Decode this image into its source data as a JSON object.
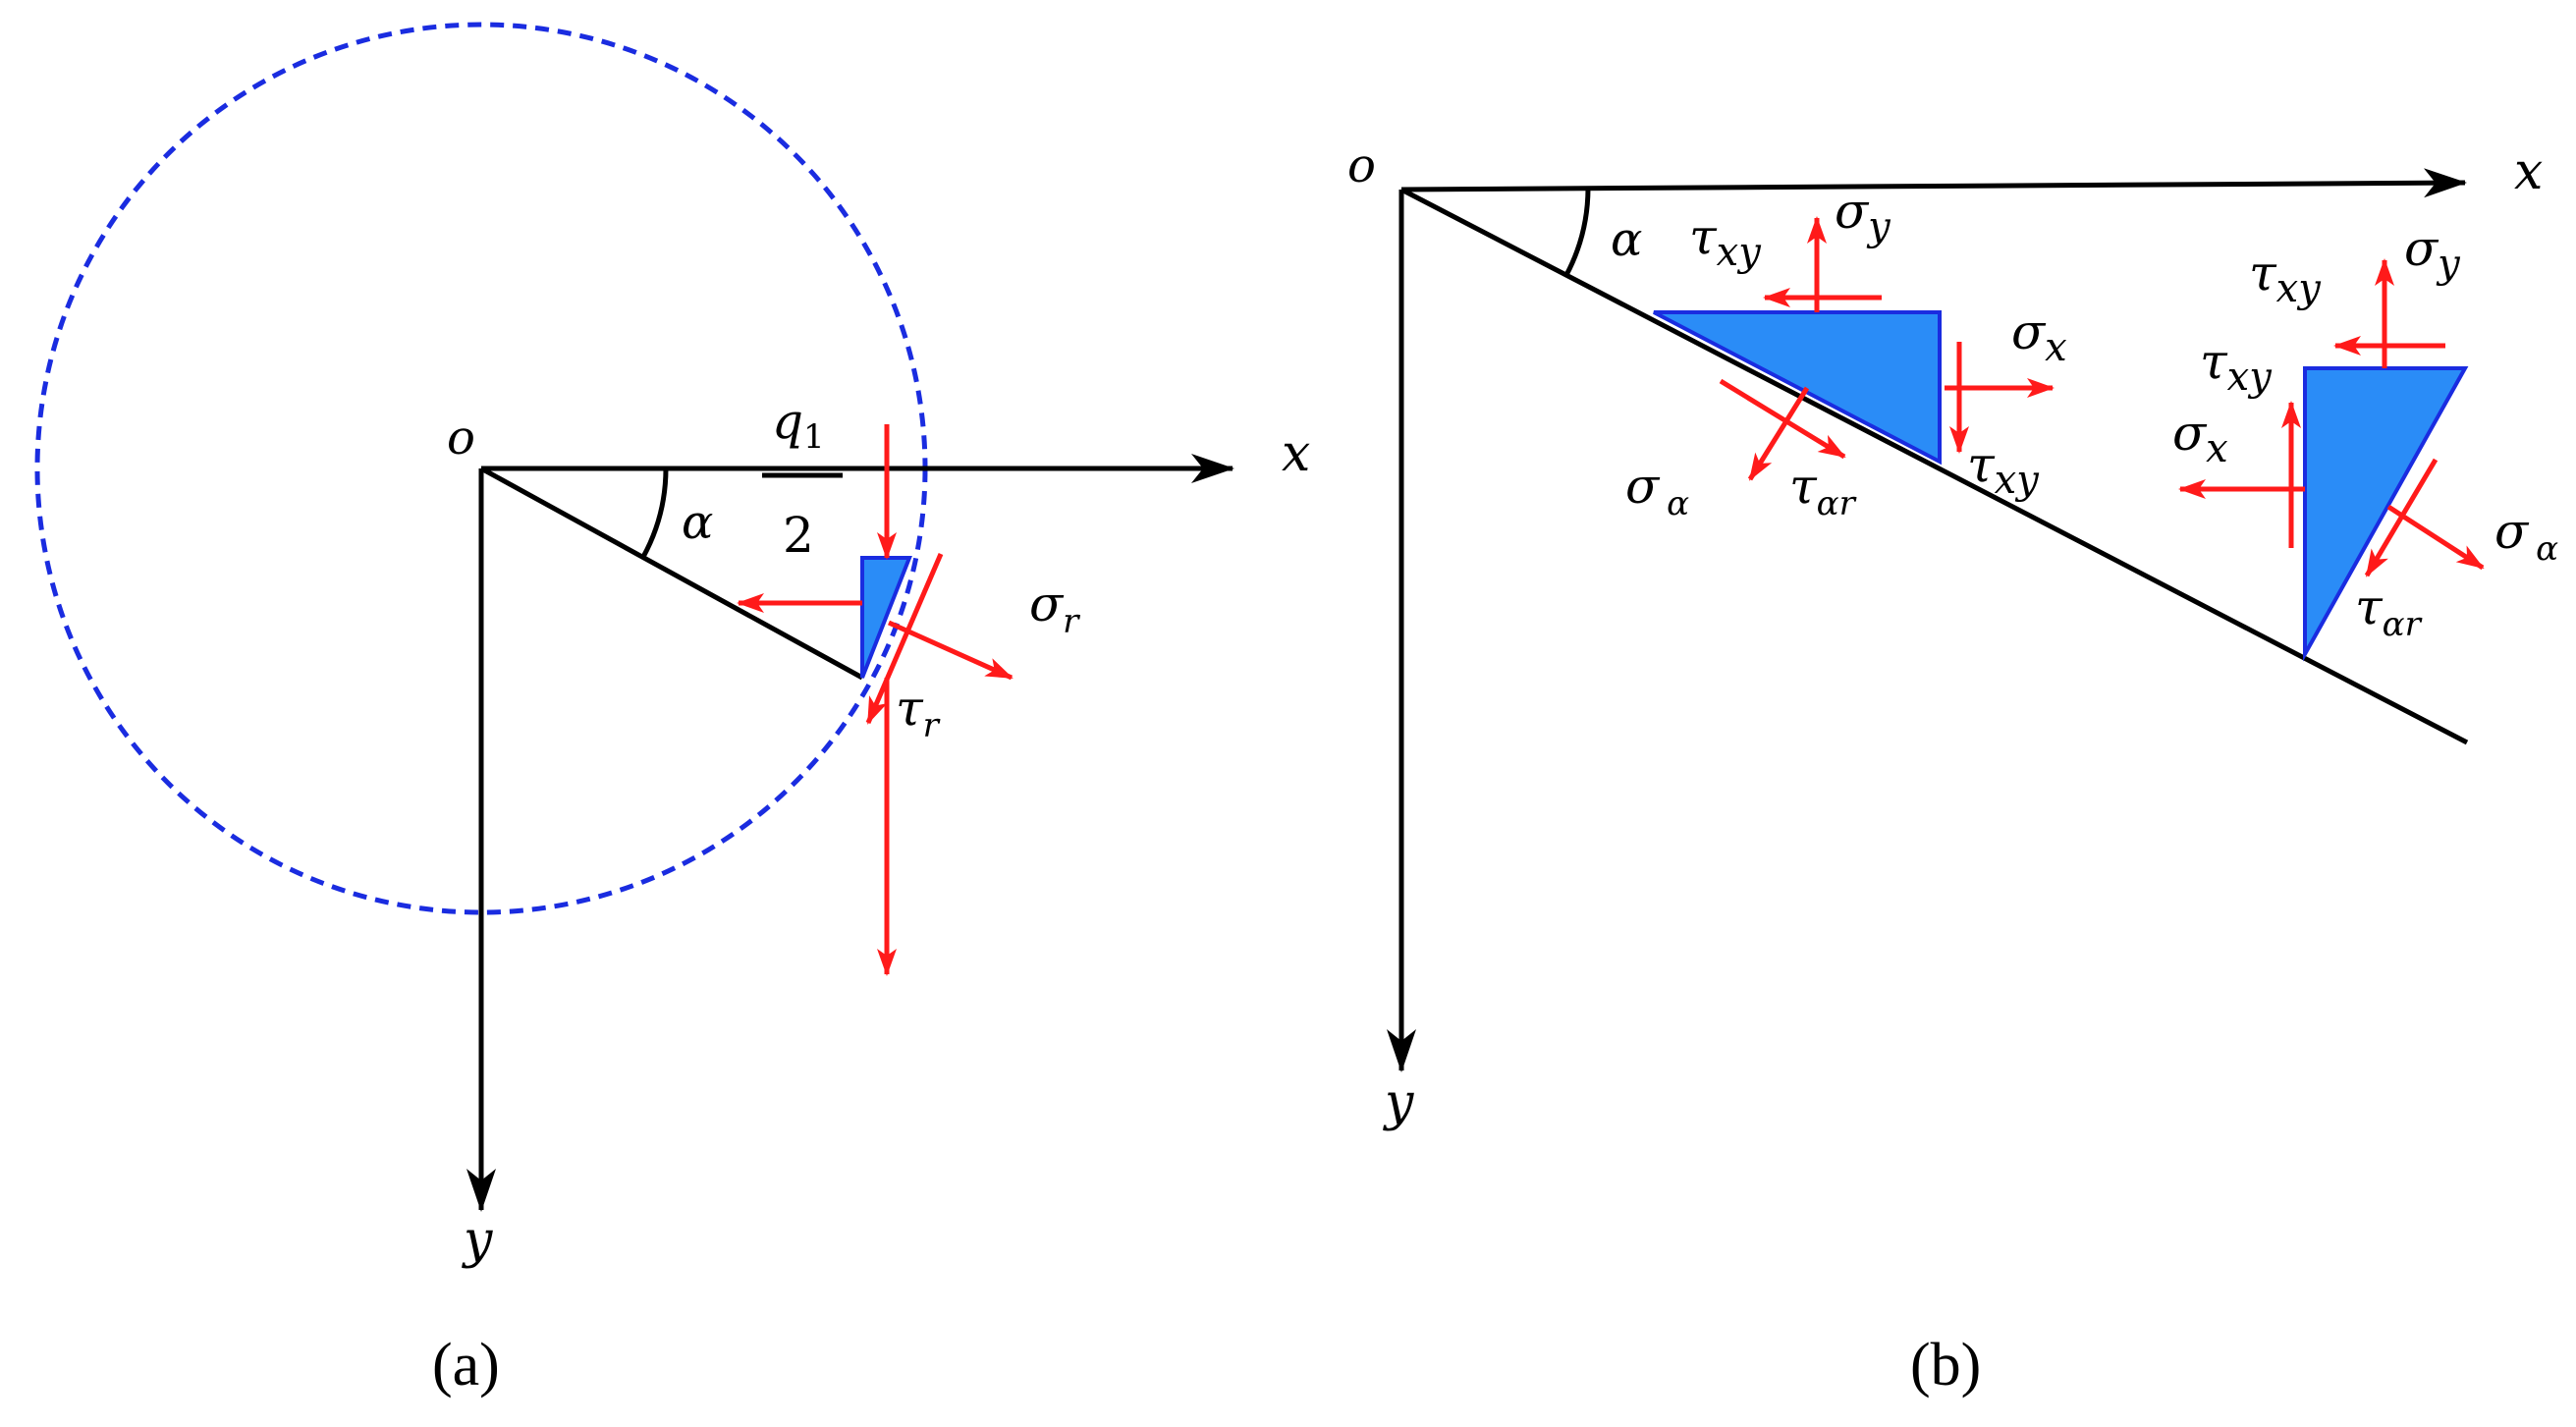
{
  "panel_a": {
    "origin": "o",
    "x_axis": "x",
    "y_axis": "y",
    "angle": "α",
    "load_numerator": "q",
    "load_numerator_sub": "1",
    "load_denominator": "2",
    "sigma": "σ",
    "sigma_sub": "r",
    "tau": "τ",
    "tau_sub": "r",
    "caption": "(a)"
  },
  "panel_b": {
    "origin": "o",
    "x_axis": "x",
    "y_axis": "y",
    "angle": "α",
    "sigma": "σ",
    "tau": "τ",
    "sub_x": "x",
    "sub_y": "y",
    "sub_xy": "xy",
    "sub_alpha": "α",
    "sub_alpha_r": "αr",
    "caption": "(b)"
  },
  "colors": {
    "axes": "#000000",
    "stress_arrows": "#ff1a1a",
    "element_fill": "#2a8cf7",
    "element_edge": "#1a2ce0",
    "circle": "#1a2ce0"
  }
}
